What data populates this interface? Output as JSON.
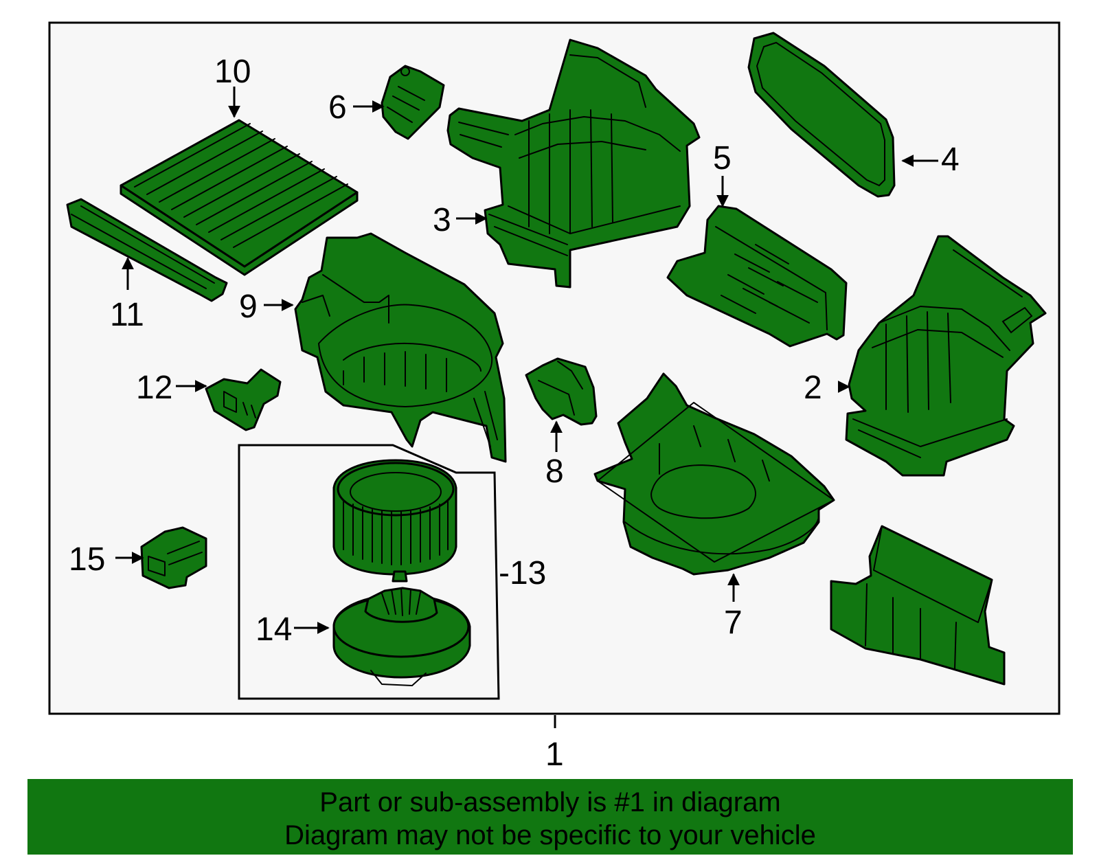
{
  "colors": {
    "part_fill": "#117711",
    "banner_fill": "#117711",
    "frame_background": "#f7f7f7",
    "line": "#000000"
  },
  "callouts": {
    "c1": "1",
    "c2": "2",
    "c3": "3",
    "c4": "4",
    "c5": "5",
    "c6": "6",
    "c7": "7",
    "c8": "8",
    "c9": "9",
    "c10": "10",
    "c11": "11",
    "c12": "12",
    "c13": "-13",
    "c14": "14",
    "c15": "15"
  },
  "banner": {
    "line1": "Part or sub-assembly is #1 in diagram",
    "line2": "Diagram may not be specific to your vehicle"
  }
}
